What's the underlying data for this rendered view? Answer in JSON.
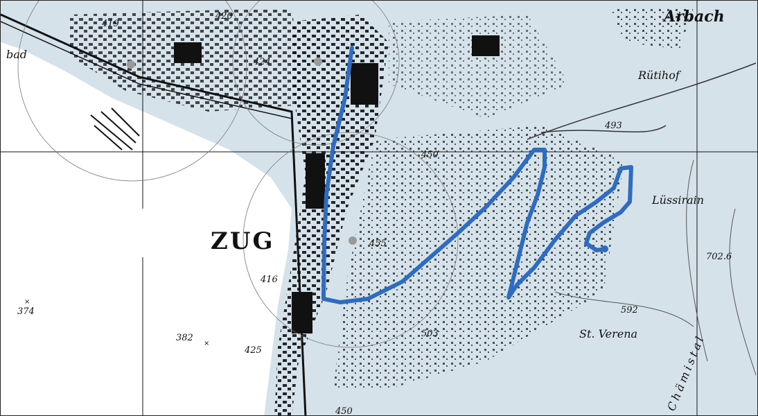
{
  "map": {
    "town_label": "ZUG",
    "places": {
      "arbach": "Arbach",
      "ruetihof": "Rütihof",
      "luessirain": "Lüssirain",
      "st_verena": "St. Verena",
      "chamistal": "Chämistal",
      "bad": "bad"
    },
    "elevations": {
      "e419": "419",
      "e420": "420",
      "e424": "424",
      "e493": "493",
      "e450a": "450",
      "e455": "455",
      "e416": "416",
      "e374": "374",
      "e382": "382",
      "e425": "425",
      "e503": "503",
      "e592": "592",
      "e702": "702.6",
      "e450b": "450"
    },
    "colors": {
      "land": "#d6e2ea",
      "lake": "#ffffff",
      "route": "#2f6bbf",
      "buildings": "#111111"
    }
  }
}
